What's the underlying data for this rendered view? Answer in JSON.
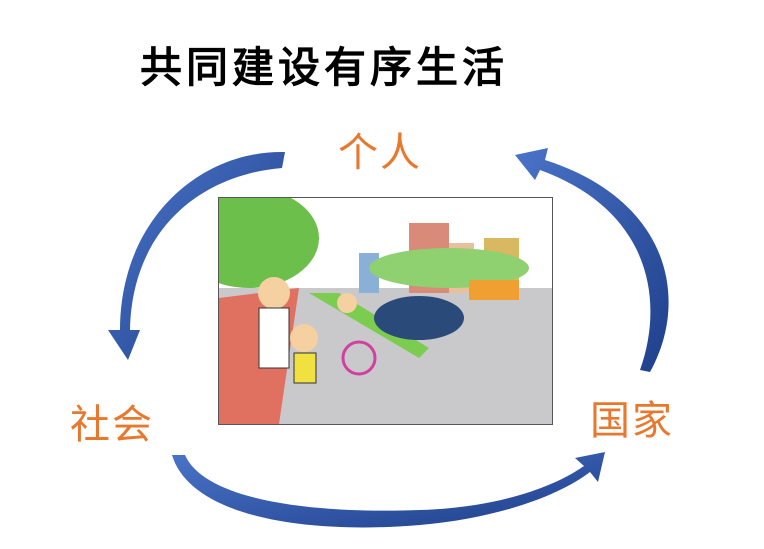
{
  "title": "共同建设有序生活",
  "nodes": {
    "individual": "个人",
    "society": "社会",
    "nation": "国家"
  },
  "colors": {
    "label": "#e8782e",
    "arrow": "#2f56a8"
  }
}
